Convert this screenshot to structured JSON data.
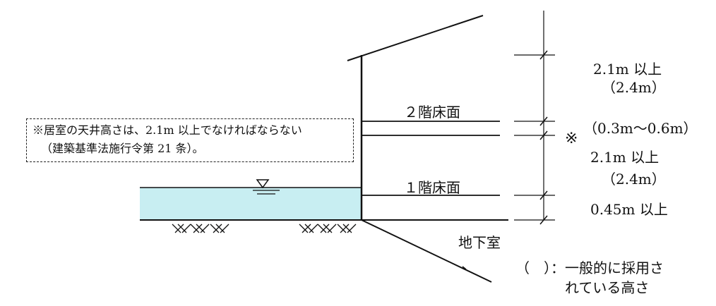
{
  "colors": {
    "water": "#c8eef2",
    "line": "#111111"
  },
  "note": {
    "line1": "※居室の天井高さは、2.1m 以上でなければならない",
    "line2": "（建築基準法施行令第 21 条）。"
  },
  "floors": {
    "second": "２階床面",
    "first": "１階床面",
    "basement": "地下室"
  },
  "dimensions": {
    "upper_min": "2.1m 以上",
    "upper_typ": "（2.4m）",
    "gap": "（0.3m～0.6m）",
    "gap_mark": "※",
    "lower_min": "2.1m 以上",
    "lower_typ": "（2.4m）",
    "base_min": "0.45m 以上"
  },
  "legend": {
    "line1": "（　）：一般的に採用さ",
    "line2": "れている高さ"
  },
  "icons": {
    "water_level": "water-level-triangle-icon",
    "ground": "ground-hatch-icon"
  }
}
